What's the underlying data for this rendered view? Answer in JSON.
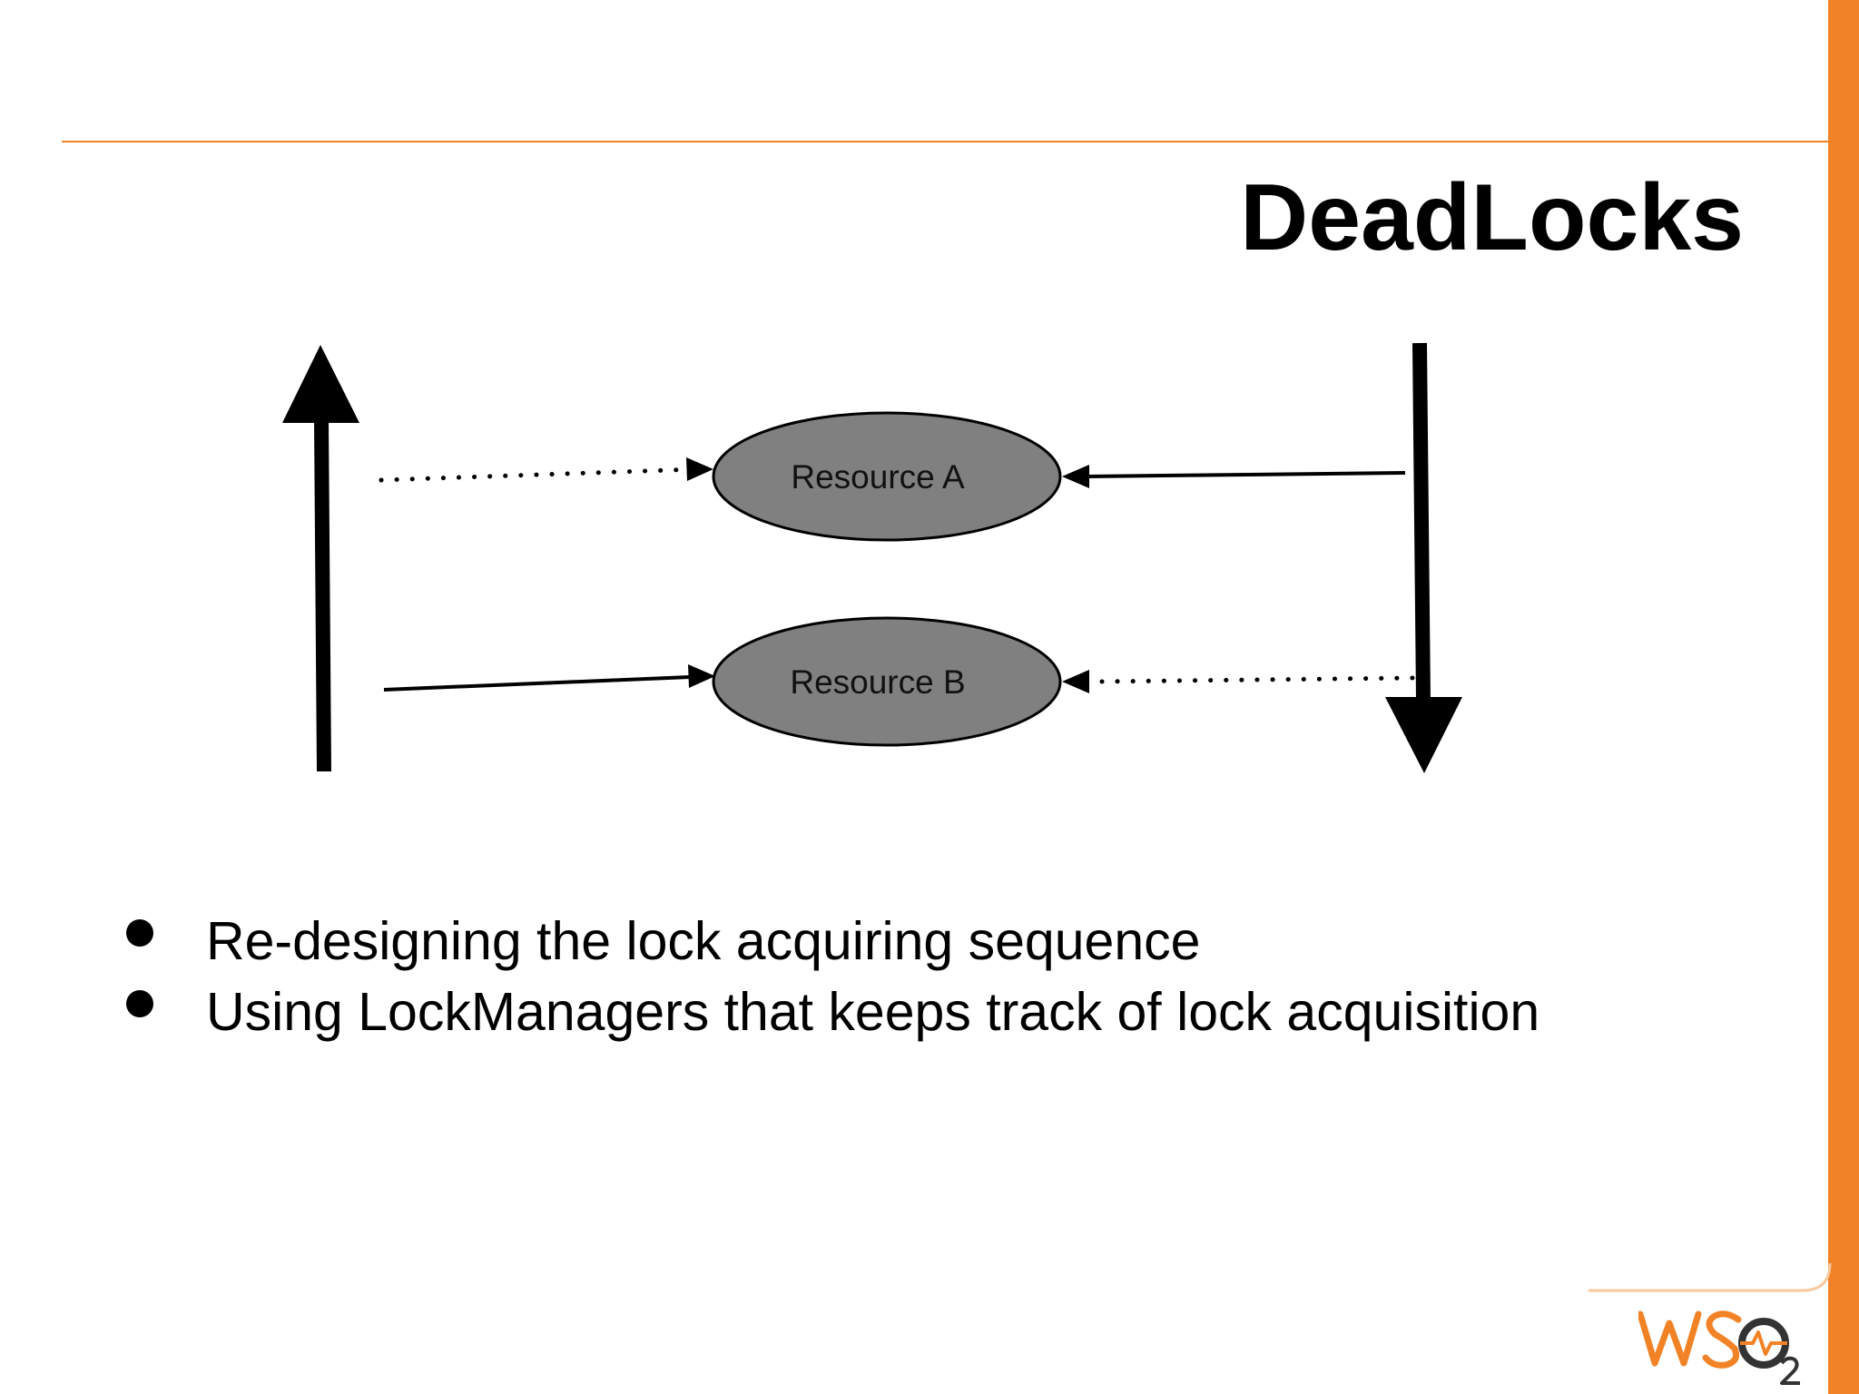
{
  "slide": {
    "title": "DeadLocks",
    "accent_color": "#F28226",
    "diagram": {
      "nodes": [
        {
          "id": "resource-a",
          "label": "Resource A",
          "fill": "#808080"
        },
        {
          "id": "resource-b",
          "label": "Resource B",
          "fill": "#808080"
        }
      ],
      "edges": [
        {
          "from": "left-thread",
          "to": "resource-a",
          "style": "dotted"
        },
        {
          "from": "left-thread",
          "to": "resource-b",
          "style": "solid"
        },
        {
          "from": "right-thread",
          "to": "resource-a",
          "style": "solid"
        },
        {
          "from": "right-thread",
          "to": "resource-b",
          "style": "dotted"
        }
      ]
    },
    "bullets": [
      "Re-designing the lock acquiring sequence",
      "Using LockManagers that keeps track of lock acquisition"
    ],
    "logo": {
      "name": "wso2-logo",
      "text": "WSO2",
      "color": "#F28226"
    }
  }
}
